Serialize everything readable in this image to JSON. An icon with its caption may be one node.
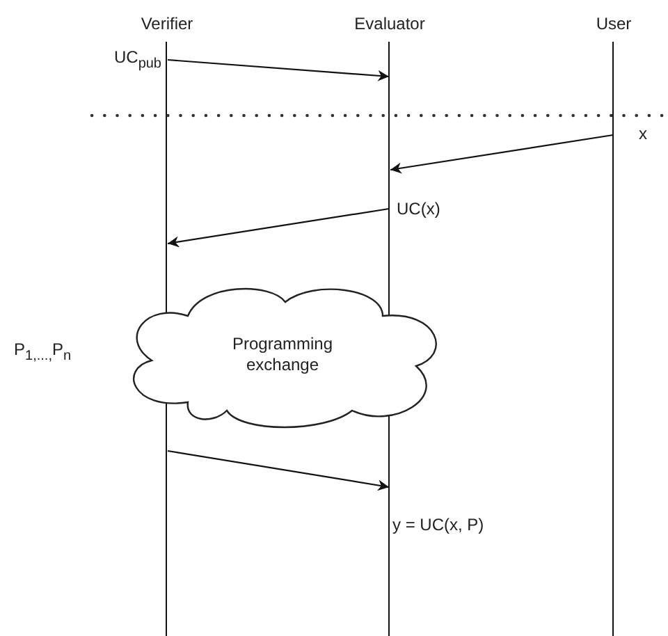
{
  "diagram": {
    "nodes": [
      {
        "text": [
          "Verifier"
        ]
      },
      {
        "text": [
          "Evaluator"
        ]
      },
      {
        "text": [
          "User"
        ]
      },
      {
        "text": [
          "Programming exchange"
        ],
        "beside": [
          "P$_{1,...,}$P$_{n}$"
        ]
      }
    ],
    "edges": [
      {
        "from": 0,
        "to": 1,
        "arrow": "to",
        "label": "UC$_{pub}$"
      },
      {
        "from": 2,
        "to": 1,
        "arrow": "to",
        "label": "x"
      },
      {
        "from": 1,
        "to": 0,
        "arrow": "to",
        "label": "UC(x)"
      },
      {
        "from": 0,
        "to": 1,
        "arrow": "to",
        "label": "y = UC(x, P)"
      }
    ]
  }
}
